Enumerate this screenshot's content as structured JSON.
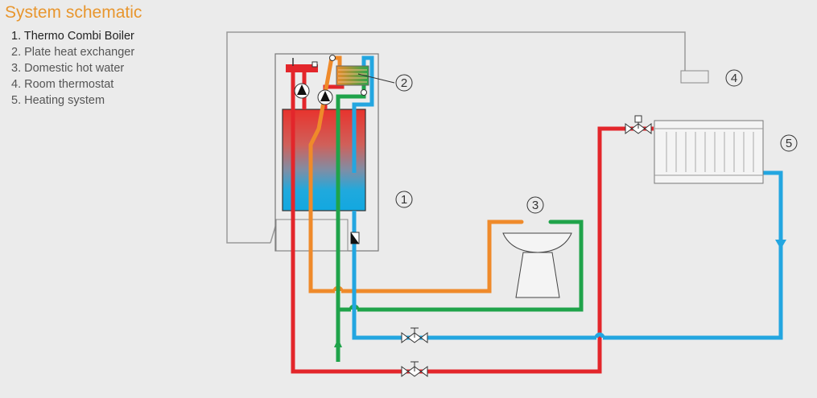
{
  "title": "System schematic",
  "legend": [
    "1. Thermo Combi Boiler",
    "2. Plate heat exchanger",
    "3. Domestic hot water",
    "4. Room thermostat",
    "5. Heating system"
  ],
  "callouts": [
    "1",
    "2",
    "3",
    "4",
    "5"
  ],
  "colors": {
    "heating_flow": "#e3262b",
    "heating_return": "#23a6e0",
    "hot_water": "#ef8a2a",
    "cold_water": "#1fa34a",
    "wire": "#999999",
    "title": "#e8962e"
  }
}
